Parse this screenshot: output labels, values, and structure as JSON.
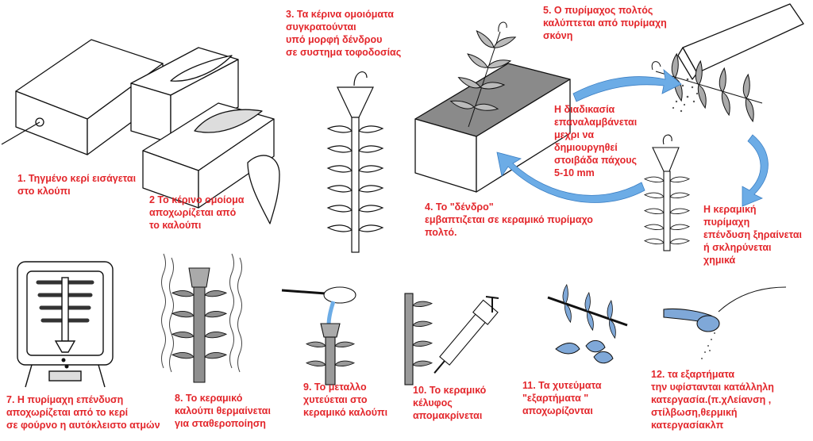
{
  "colors": {
    "label_red": "#e3262b",
    "arrow_blue": "#6cace6",
    "outline": "#111111",
    "slurry_gray": "#7a7a7a",
    "wax_white": "#ffffff"
  },
  "steps": [
    {
      "id": "step-1",
      "text": "1. Τηγμένο κερί εισάγεται\nστο κλούπι"
    },
    {
      "id": "step-2",
      "text": "2 Το κέρινο ομοίομα\nαποχωρίζεται από\nτο καλούπι"
    },
    {
      "id": "step-3",
      "text": "3. Τα κέρινα ομοιόματα\nσυγκρατούνται\nυπό μορφή δένδρου\nσε συστημα τοφοδοσίας"
    },
    {
      "id": "step-4",
      "text": "4. Το \"δένδρο\"\nεμβαπτιζεται σε κεραμικό πυρίμαχο\nπολτό."
    },
    {
      "id": "step-5",
      "text": "5. Ο πυρίμαχος πολτός\nκαλύπτεται από πυρίμαχη\nσκόνη"
    },
    {
      "id": "repeat-note",
      "text": "Η διαδικασία\nεπαναλαμβάνεται\nμεχρι να\nδημιουργηθεί\nστοιβάδα πάχους\n5-10 mm"
    },
    {
      "id": "step-6",
      "text": "Η κεραμική\nπυρίμαχη\nεπένδυση ξηραίνεται\nή σκληρύνεται\nχημικά"
    },
    {
      "id": "step-7",
      "text": "7. Η πυρίμαχη επένδυση\nαποχωρίζεται από το κερί\nσε φούρνο η αυτόκλειστο ατμών"
    },
    {
      "id": "step-8",
      "text": "8. Το κεραμικό\nκαλούπι θερμαίνεται\nγια σταθεροποίηση"
    },
    {
      "id": "step-9",
      "text": "9. Το μεταλλο\nχυτεύεται στο\nκεραμικό καλούπι"
    },
    {
      "id": "step-10",
      "text": "10. Το κεραμικό\nκέλυφος\nαπομακρίνεται"
    },
    {
      "id": "step-11",
      "text": "11. Τα χυτεύματα\n\"εξαρτήματα \"\nαποχωρίζονται"
    },
    {
      "id": "step-12",
      "text": "12. τα εξαρτήματα\nτην υφίστανται κατάλληλη\nκατεργασία.(π.χΛείανση ,\nστίλβωση,θερμική\nκατεργασίακλπ"
    }
  ]
}
